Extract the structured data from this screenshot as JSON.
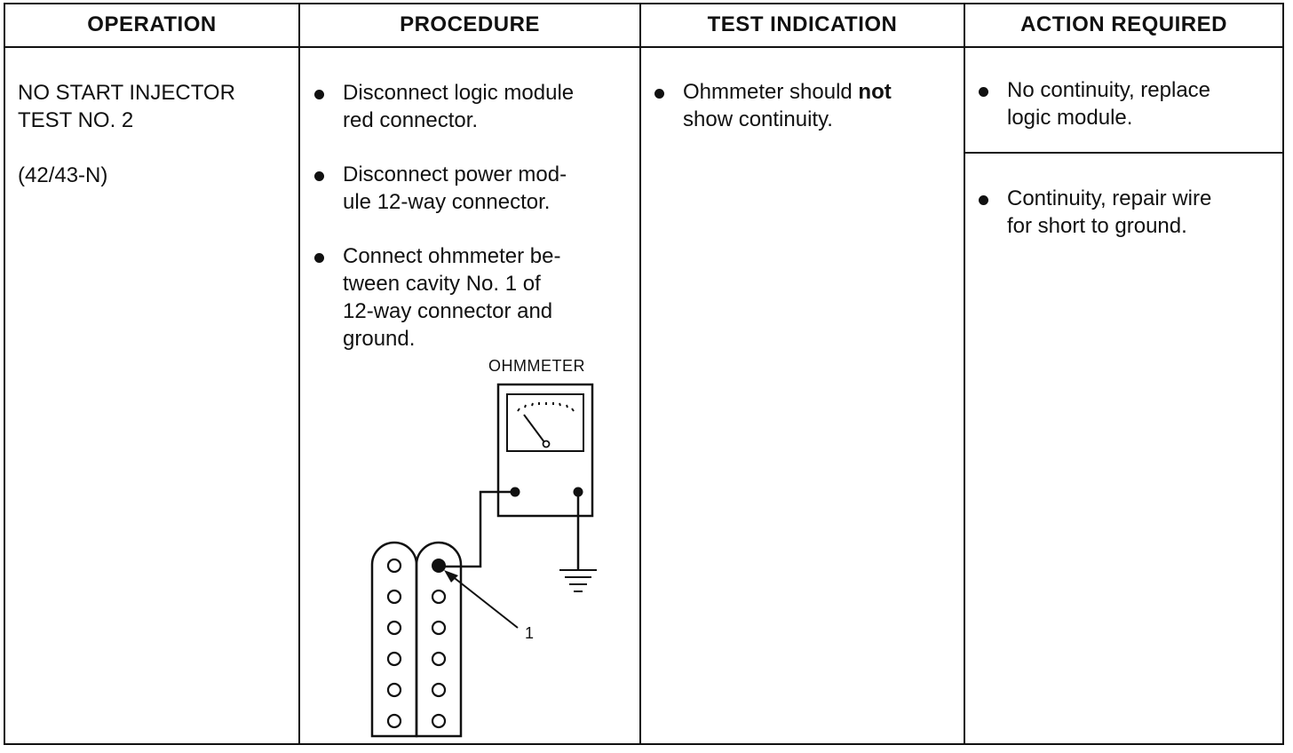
{
  "headers": {
    "operation": "OPERATION",
    "procedure": "PROCEDURE",
    "test_indication": "TEST INDICATION",
    "action_required": "ACTION REQUIRED"
  },
  "operation": {
    "title_line1": "NO START INJECTOR",
    "title_line2": "TEST NO. 2",
    "code": "(42/43-N)"
  },
  "procedure": {
    "steps": [
      "Disconnect logic module\nred connector.",
      "Disconnect power mod-\nule 12-way connector.",
      "Connect ohmmeter be-\ntween cavity No. 1 of\n12-way connector and\nground."
    ]
  },
  "diagram": {
    "meter_label": "OHMMETER",
    "callout": "1"
  },
  "test_indication": {
    "pre": "Ohmmeter should ",
    "bold": "not",
    "post_line1": "",
    "line2": "show continuity."
  },
  "action_required": {
    "items": [
      "No continuity, replace\nlogic module.",
      "Continuity, repair wire\nfor short to ground."
    ]
  }
}
